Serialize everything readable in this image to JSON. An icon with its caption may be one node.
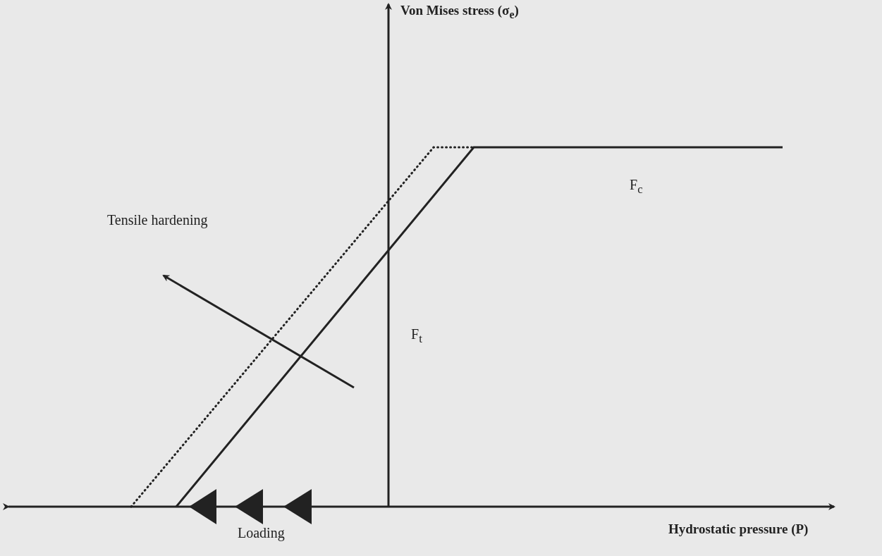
{
  "diagram": {
    "labels": [
      "Von Mises stress (σ$_{e}$)",
      "Tensile hardening",
      "F$_{c}$",
      "F$_{t}$",
      "Loading",
      "Hydrostatic pressure (P)"
    ]
  }
}
